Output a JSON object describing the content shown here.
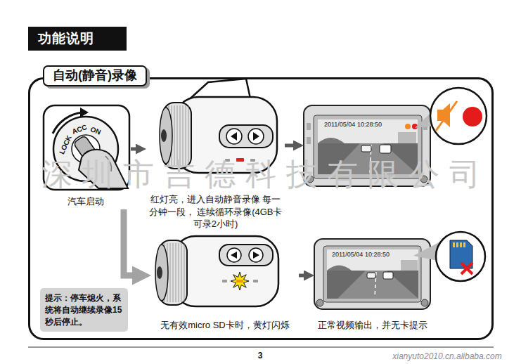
{
  "diagram": {
    "title": "功能说明",
    "nodes": [
      {
        "text": [
          "自动(静音)录像"
        ]
      },
      {
        "text": [
          "汽车启动"
        ],
        "in": 0
      },
      {
        "text": [
          "红灯亮，进入自动静音录像 每一分钟一段， 连续循环录像(4GB卡可录2小时)"
        ],
        "in": 0
      },
      {
        "text": [
          "2011/05/04 10:28:50"
        ],
        "in": 0
      },
      {
        "text": [
          "提示：停车熄火，系统将自动继续录像15秒后停止。"
        ],
        "in": 0
      },
      {
        "text": [
          "无有效micro SD卡时，黄灯闪烁"
        ],
        "in": 0
      },
      {
        "text": [
          "2011/05/04 10:28:50",
          "正常视频输出，并无卡提示"
        ],
        "in": 0
      }
    ],
    "edges": [
      {
        "from": 1,
        "to": 2,
        "arrow": "to"
      },
      {
        "from": 2,
        "to": 3,
        "arrow": "to"
      },
      {
        "from": 1,
        "to": 5,
        "arrow": "to"
      },
      {
        "from": 5,
        "to": 6,
        "arrow": "to"
      }
    ],
    "labels": [
      "LOCK",
      "ACC",
      "ON",
      "深圳市吉德科技有限公司",
      "3",
      "xianyuto2010.cn.alibaba.com"
    ]
  }
}
